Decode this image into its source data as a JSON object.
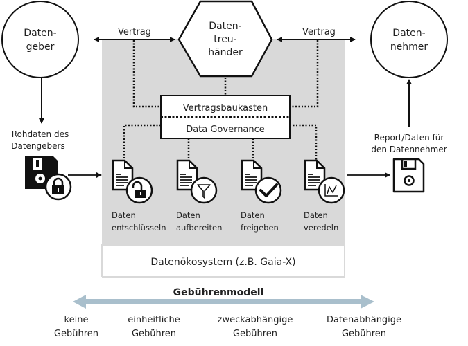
{
  "nodes": {
    "data_provider": {
      "line1": "Daten-",
      "line2": "geber"
    },
    "data_trustee": {
      "line1": "Daten-",
      "line2": "treu-",
      "line3": "händer"
    },
    "data_recipient": {
      "line1": "Daten-",
      "line2": "nehmer"
    }
  },
  "contracts": {
    "left": "Vertrag",
    "right": "Vertrag"
  },
  "toolbox": {
    "top": "Vertragsbaukasten",
    "bottom": "Data Governance"
  },
  "raw_data": {
    "line1": "Rohdaten des",
    "line2": "Datengebers"
  },
  "report": {
    "line1": "Report/Daten für",
    "line2": "den Datennehmer"
  },
  "steps": [
    {
      "line1": "Daten",
      "line2": "entschlüsseln",
      "icon": "unlock-icon"
    },
    {
      "line1": "Daten",
      "line2": "aufbereiten",
      "icon": "filter-icon"
    },
    {
      "line1": "Daten",
      "line2": "freigeben",
      "icon": "checkmark-icon"
    },
    {
      "line1": "Daten",
      "line2": "veredeln",
      "icon": "chart-icon"
    }
  ],
  "ecosystem": "Datenökosystem (z.B. Gaia-X)",
  "fee_model": {
    "title": "Gebührenmodell",
    "levels": [
      {
        "line1": "keine",
        "line2": "Gebühren"
      },
      {
        "line1": "einheitliche",
        "line2": "Gebühren"
      },
      {
        "line1": "zweckabhängige",
        "line2": "Gebühren"
      },
      {
        "line1": "Datenabhängige",
        "line2": "Gebühren"
      }
    ]
  },
  "colors": {
    "panel": "#d9d9d9",
    "arrow_fee": "#a9bfcc",
    "stroke": "#111111"
  }
}
